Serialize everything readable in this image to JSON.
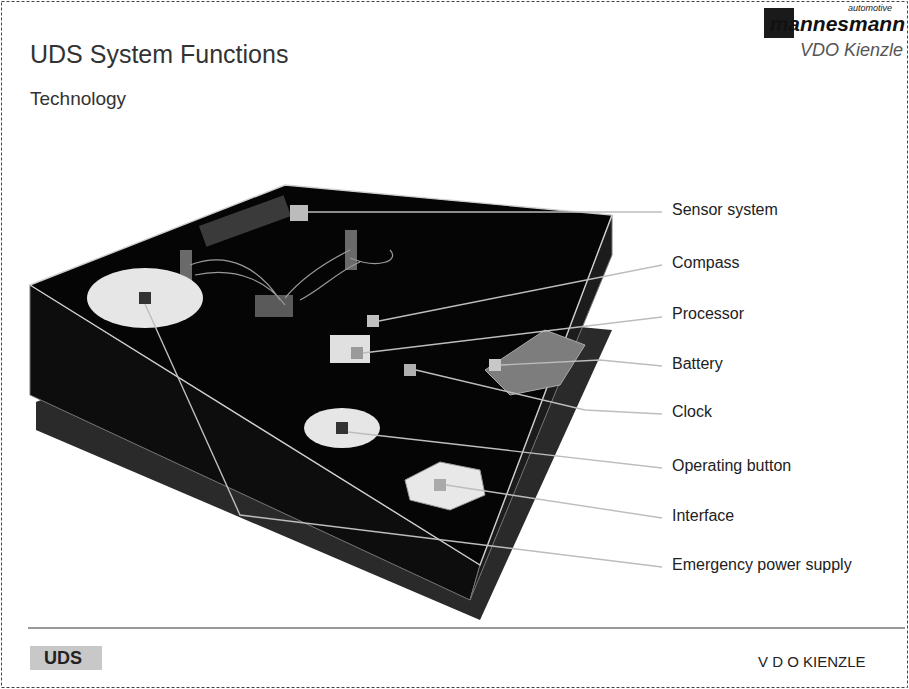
{
  "diagram": {
    "title": "UDS System Functions",
    "labels": [
      "Technology",
      "automotive",
      "mannesmann",
      "VDO Kienzle",
      "Sensor system",
      "Compass",
      "Processor",
      "Battery",
      "Clock",
      "Operating button",
      "Interface",
      "Emergency power supply",
      "UDS",
      "V D O KIENZLE"
    ]
  }
}
